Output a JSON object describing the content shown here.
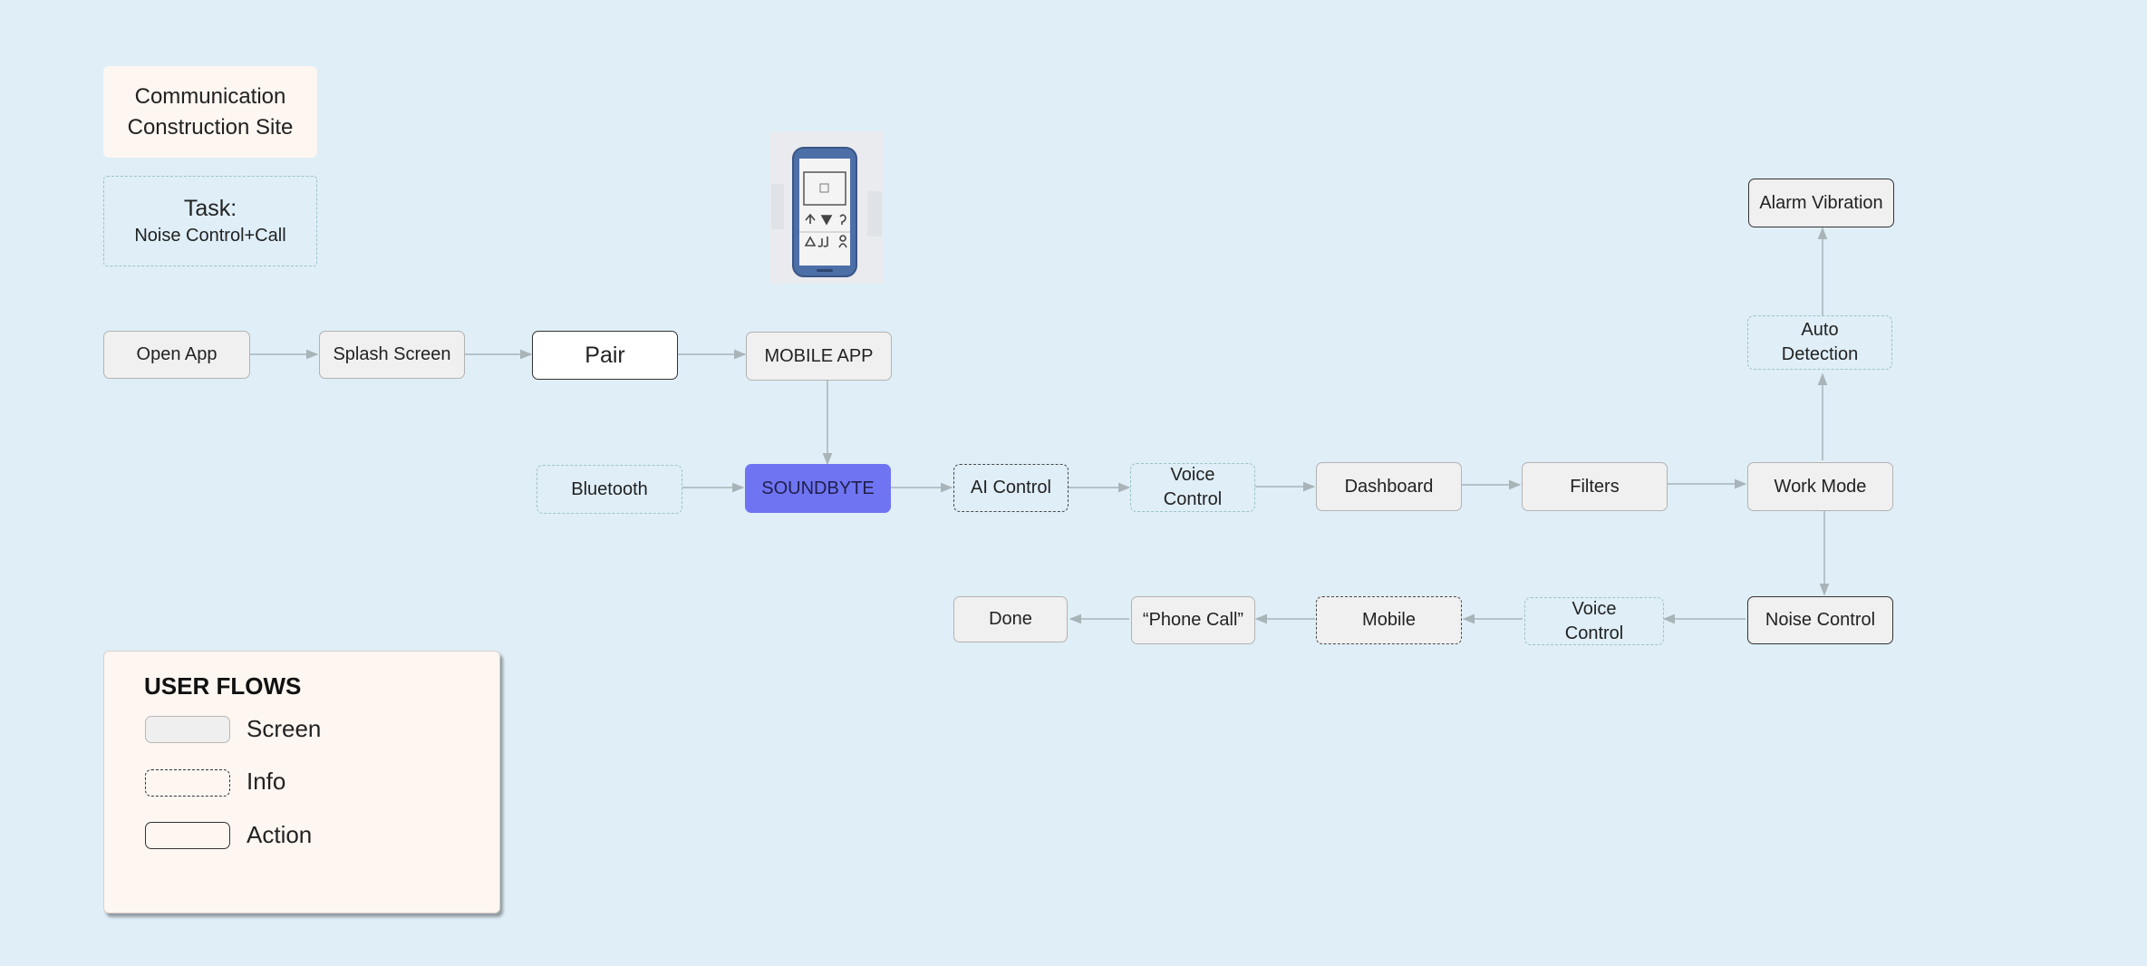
{
  "header": {
    "title_line1": "Communication",
    "title_line2": "Construction Site",
    "task_label": "Task:",
    "task_value": "Noise Control+Call"
  },
  "nodes": {
    "open_app": "Open App",
    "splash_screen": "Splash Screen",
    "pair": "Pair",
    "mobile_app": "MOBILE APP",
    "bluetooth": "Bluetooth",
    "soundbyte": "SOUNDBYTE",
    "ai_control": "AI Control",
    "voice_control_1_line1": "Voice",
    "voice_control_1_line2": "Control",
    "dashboard": "Dashboard",
    "filters": "Filters",
    "work_mode": "Work Mode",
    "auto_detection_line1": "Auto",
    "auto_detection_line2": "Detection",
    "alarm_vibration": "Alarm Vibration",
    "noise_control": "Noise Control",
    "voice_control_2_line1": "Voice",
    "voice_control_2_line2": "Control",
    "mobile": "Mobile",
    "phone_call": "“Phone Call”",
    "done": "Done"
  },
  "legend": {
    "title": "USER FLOWS",
    "items": [
      "Screen",
      "Info",
      "Action"
    ]
  },
  "colors": {
    "background": "#dfeef7",
    "highlight": "#6f74f2",
    "connector": "#a9b4b9"
  }
}
